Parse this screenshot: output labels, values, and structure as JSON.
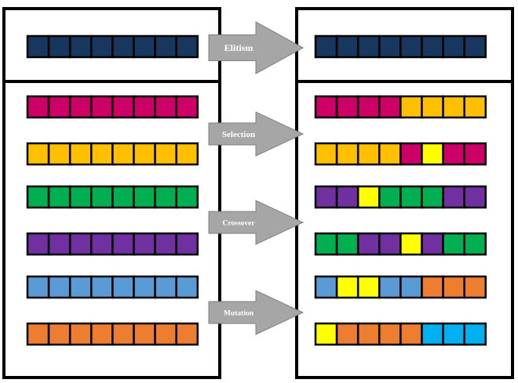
{
  "colors": {
    "navy": "#17375e",
    "magenta": "#cc0066",
    "gold": "#ffc000",
    "green": "#00b050",
    "purple": "#7030a0",
    "blue": "#5b9bd5",
    "orange": "#ed7d31",
    "yellow": "#ffff00",
    "cyan": "#00b0f0",
    "arrow_fill": "#a6a6a6",
    "border": "#000000"
  },
  "arrows": [
    {
      "label": "Elitism",
      "name": "elitism-arrow"
    },
    {
      "label": "Selection",
      "name": "selection-arrow"
    },
    {
      "label": "Crossover",
      "name": "crossover-arrow"
    },
    {
      "label": "Mutation",
      "name": "mutation-arrow"
    }
  ],
  "left_panel": {
    "elite": [
      "navy",
      "navy",
      "navy",
      "navy",
      "navy",
      "navy",
      "navy",
      "navy"
    ],
    "population": [
      [
        "magenta",
        "magenta",
        "magenta",
        "magenta",
        "magenta",
        "magenta",
        "magenta",
        "magenta"
      ],
      [
        "gold",
        "gold",
        "gold",
        "gold",
        "gold",
        "gold",
        "gold",
        "gold"
      ],
      [
        "green",
        "green",
        "green",
        "green",
        "green",
        "green",
        "green",
        "green"
      ],
      [
        "purple",
        "purple",
        "purple",
        "purple",
        "purple",
        "purple",
        "purple",
        "purple"
      ],
      [
        "blue",
        "blue",
        "blue",
        "blue",
        "blue",
        "blue",
        "blue",
        "blue"
      ],
      [
        "orange",
        "orange",
        "orange",
        "orange",
        "orange",
        "orange",
        "orange",
        "orange"
      ]
    ]
  },
  "right_panel": {
    "elite": [
      "navy",
      "navy",
      "navy",
      "navy",
      "navy",
      "navy",
      "navy",
      "navy"
    ],
    "population": [
      [
        "magenta",
        "magenta",
        "magenta",
        "magenta",
        "gold",
        "gold",
        "gold",
        "gold"
      ],
      [
        "gold",
        "gold",
        "gold",
        "gold",
        "magenta",
        "yellow",
        "magenta",
        "magenta"
      ],
      [
        "purple",
        "purple",
        "yellow",
        "green",
        "green",
        "green",
        "purple",
        "purple"
      ],
      [
        "green",
        "green",
        "purple",
        "purple",
        "yellow",
        "purple",
        "green",
        "green"
      ],
      [
        "blue",
        "yellow",
        "yellow",
        "blue",
        "blue",
        "orange",
        "orange",
        "orange"
      ],
      [
        "yellow",
        "orange",
        "orange",
        "orange",
        "orange",
        "cyan",
        "cyan",
        "cyan"
      ]
    ]
  }
}
